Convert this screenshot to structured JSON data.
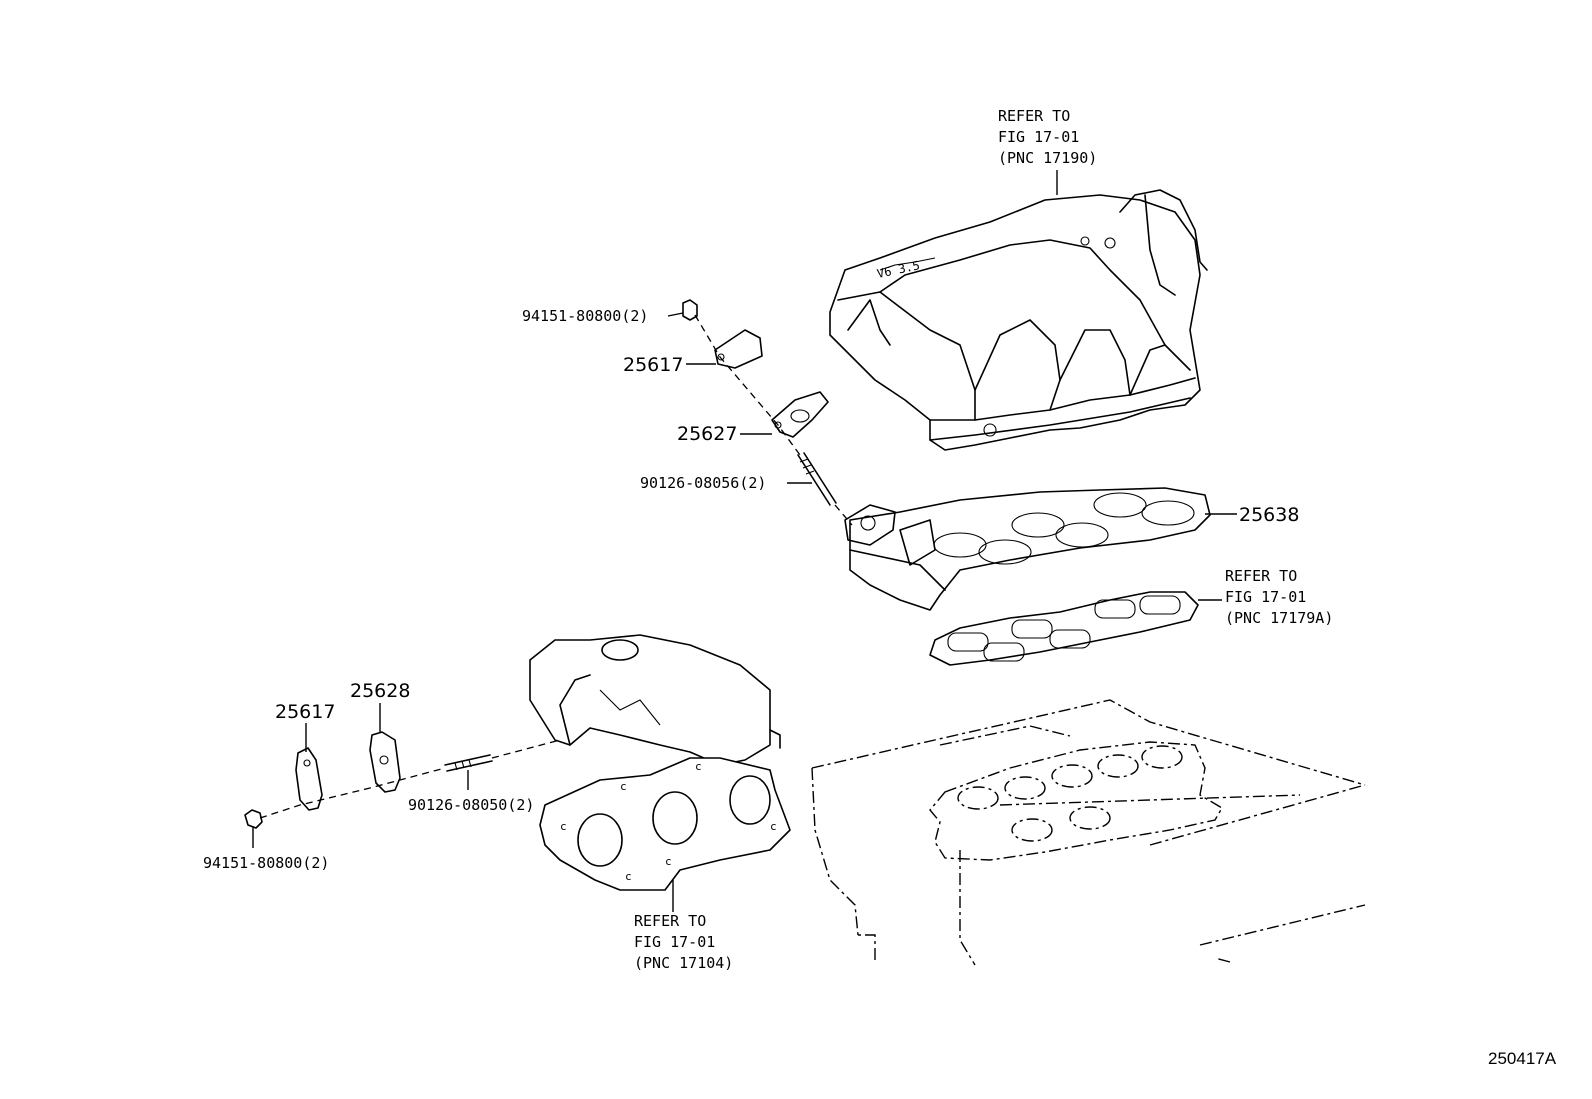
{
  "callouts": {
    "intake_ref": [
      "REFER TO",
      "FIG 17-01",
      "(PNC 17190)"
    ],
    "gasket_ref": [
      "REFER TO",
      "FIG 17-01",
      "(PNC 17179A)"
    ],
    "exhaust_ref": [
      "REFER TO",
      "FIG 17-01",
      "(PNC 17104)"
    ]
  },
  "parts": {
    "nut_upper": "94151-80800(2)",
    "plate_upper": "25617",
    "gasket_upper": "25627",
    "stud_upper": "90126-08056(2)",
    "pipe_right": "25638",
    "plate_lower": "25617",
    "gasket_lower": "25628",
    "stud_lower": "90126-08050(2)",
    "nut_lower": "94151-80800(2)"
  },
  "figure_code": "250417A"
}
